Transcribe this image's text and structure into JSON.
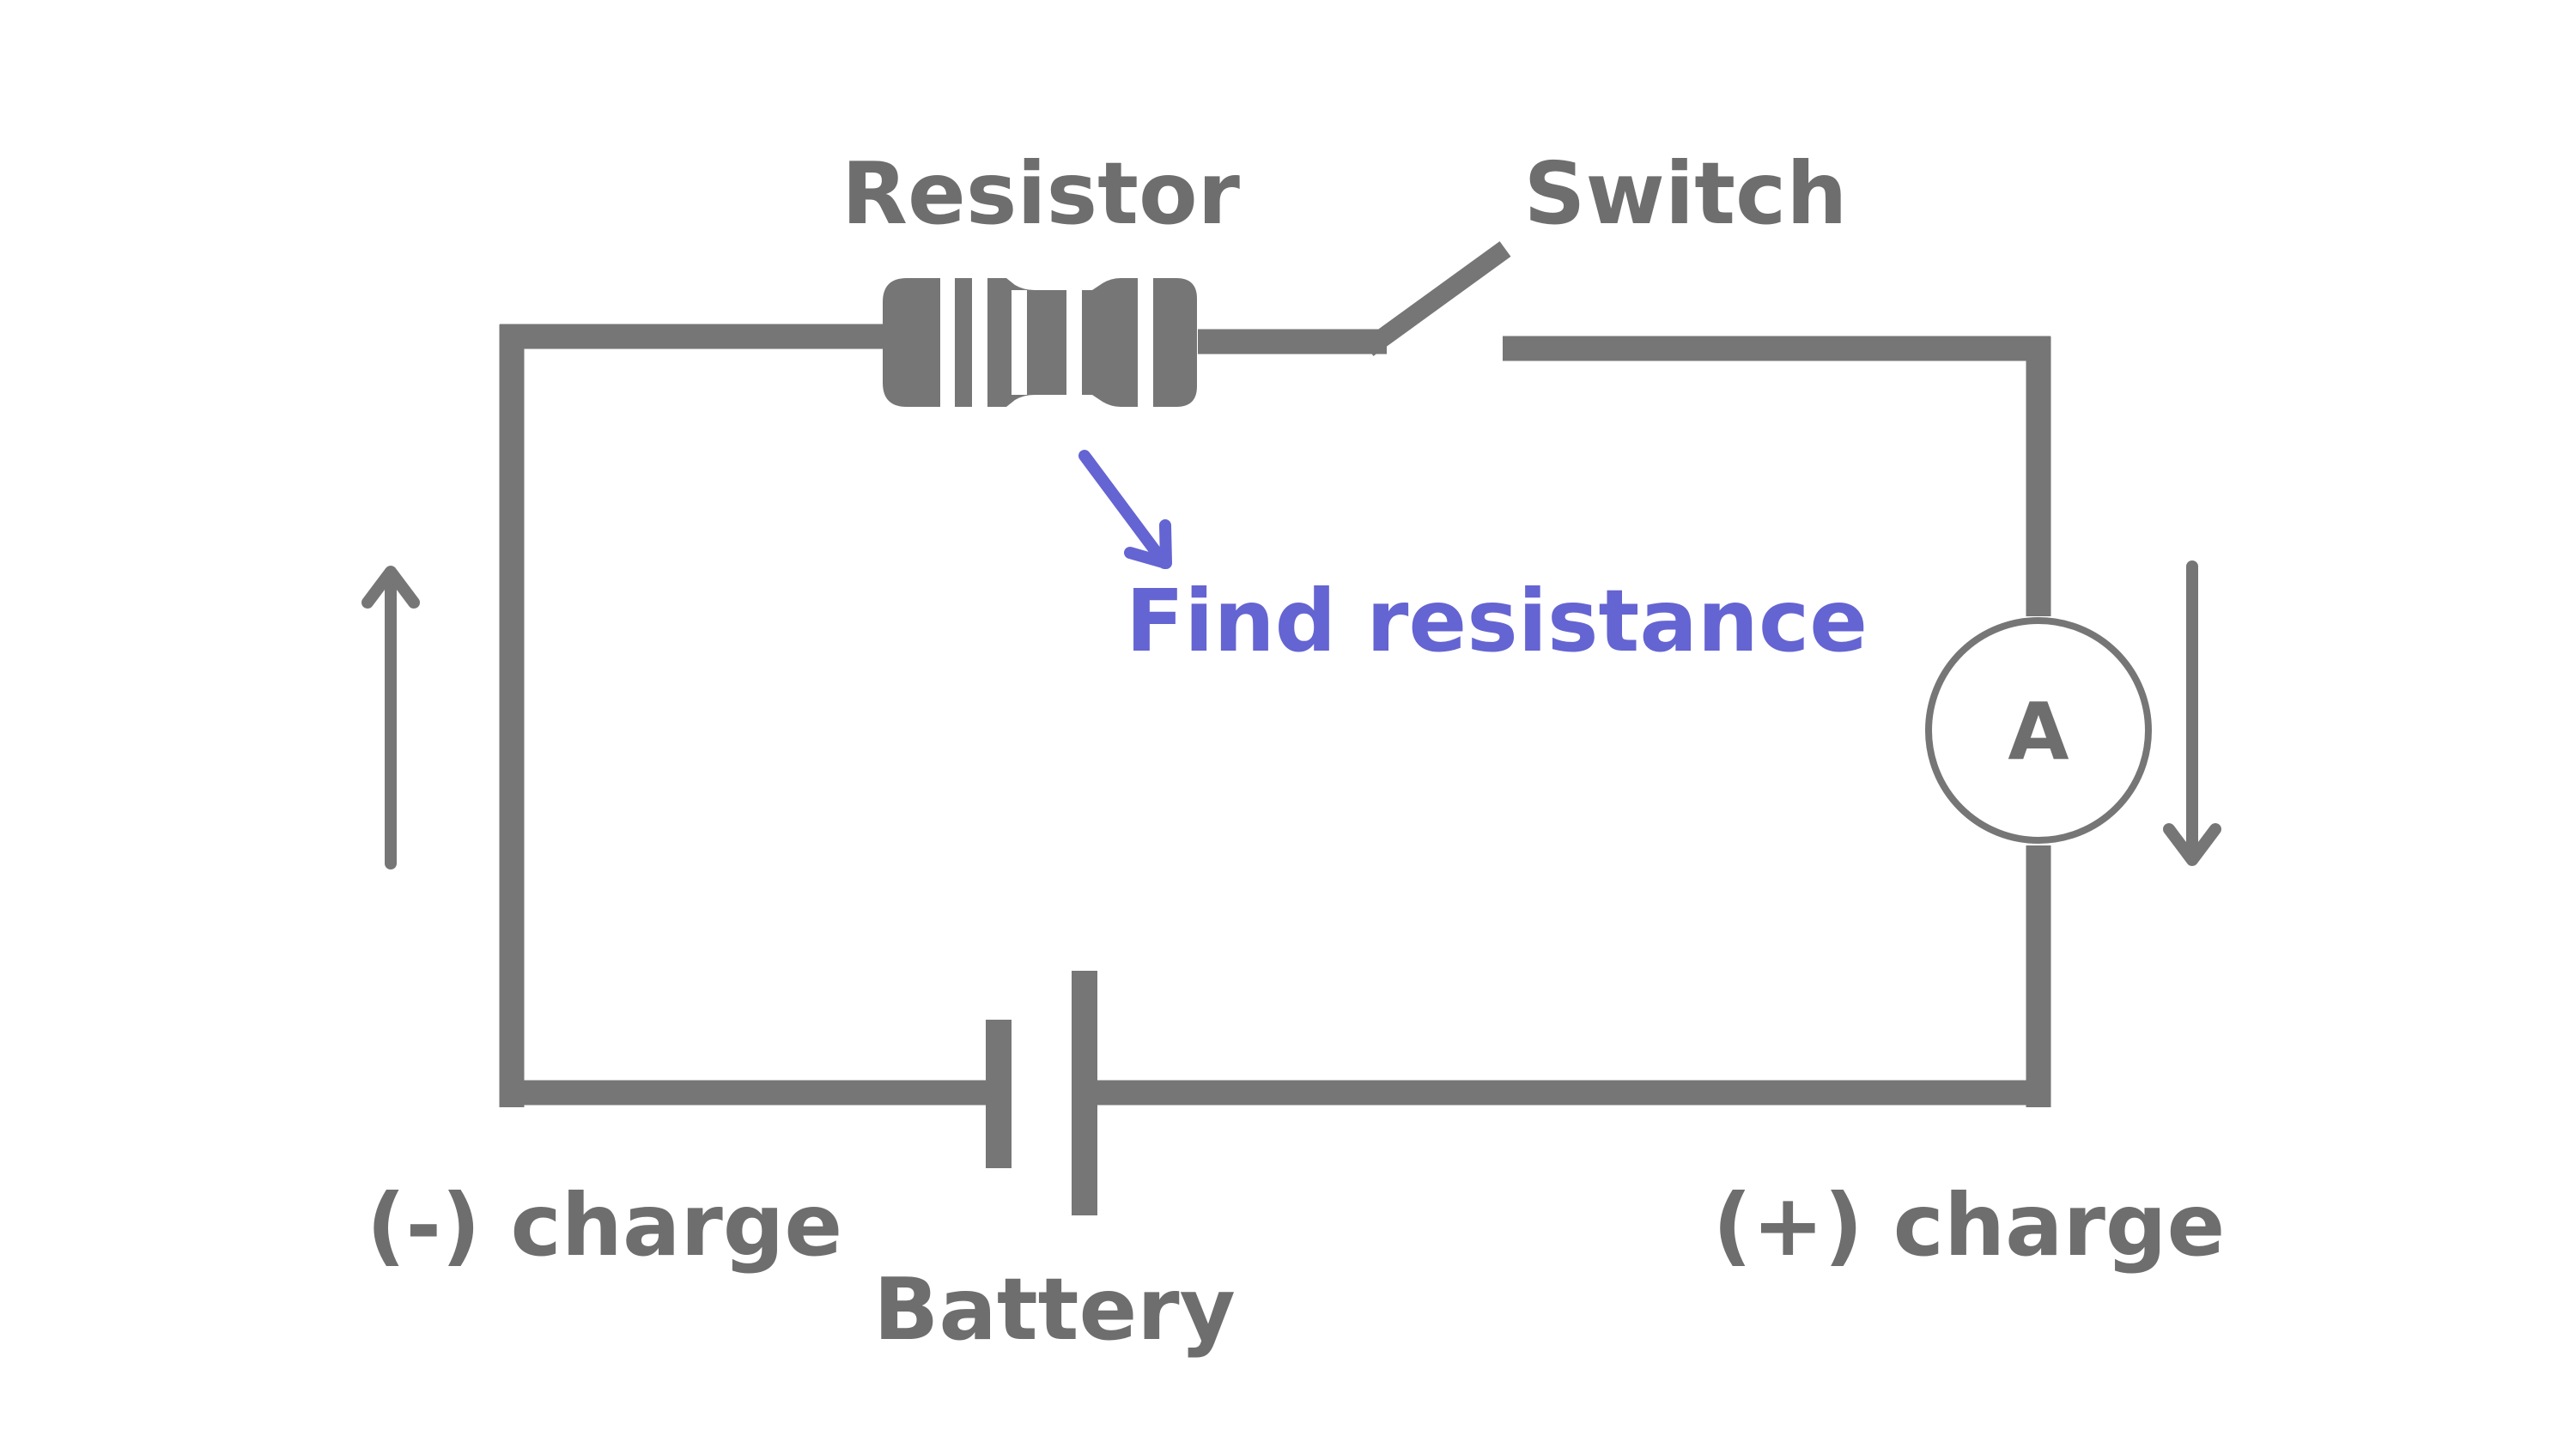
{
  "labels": {
    "resistor": "Resistor",
    "switch": "Switch",
    "find_resistance": "Find resistance",
    "ammeter": "A",
    "negative_charge": "(-) charge",
    "positive_charge": "(+) charge",
    "battery": "Battery"
  },
  "colors": {
    "wire": "#767676",
    "label": "#6e6e6e",
    "accent": "#6464d2",
    "background": "#ffffff"
  }
}
